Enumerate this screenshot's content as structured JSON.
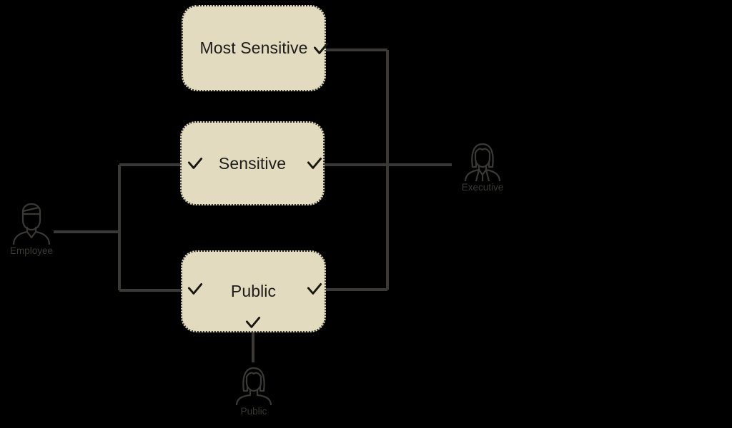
{
  "diagram": {
    "title": "Data sensitivity access diagram",
    "type": "access-control-hierarchy",
    "background_color": "#000000",
    "node_fill_color": "#E2DBC0",
    "node_border_color": "#2b2a26",
    "connector_color": "#3a3935",
    "text_color": "#1d1c19",
    "caption_color": "#3a3935"
  },
  "nodes": [
    {
      "id": "most-sensitive",
      "label": "Most Sensitive",
      "checks": [
        "right"
      ]
    },
    {
      "id": "sensitive",
      "label": "Sensitive",
      "checks": [
        "left",
        "right"
      ]
    },
    {
      "id": "public",
      "label": "Public",
      "checks": [
        "left",
        "right",
        "bottom"
      ]
    }
  ],
  "personas": [
    {
      "id": "employee",
      "label": "Employee",
      "icon": "employee-person-icon",
      "access": [
        "Sensitive",
        "Public"
      ]
    },
    {
      "id": "executive",
      "label": "Executive",
      "icon": "executive-person-icon",
      "access": [
        "Most Sensitive",
        "Sensitive",
        "Public"
      ]
    },
    {
      "id": "public",
      "label": "Public",
      "icon": "public-person-icon",
      "access": [
        "Public"
      ]
    }
  ],
  "connectors": [
    {
      "from": "employee",
      "to": [
        "sensitive",
        "public"
      ],
      "side": "left"
    },
    {
      "from": "executive",
      "to": [
        "most-sensitive",
        "sensitive",
        "public"
      ],
      "side": "right"
    },
    {
      "from": "public",
      "to": [
        "public"
      ],
      "side": "bottom"
    }
  ],
  "icons": {
    "check": "check-icon",
    "employee": "employee-person-icon",
    "executive": "executive-person-icon",
    "public": "public-person-icon"
  }
}
